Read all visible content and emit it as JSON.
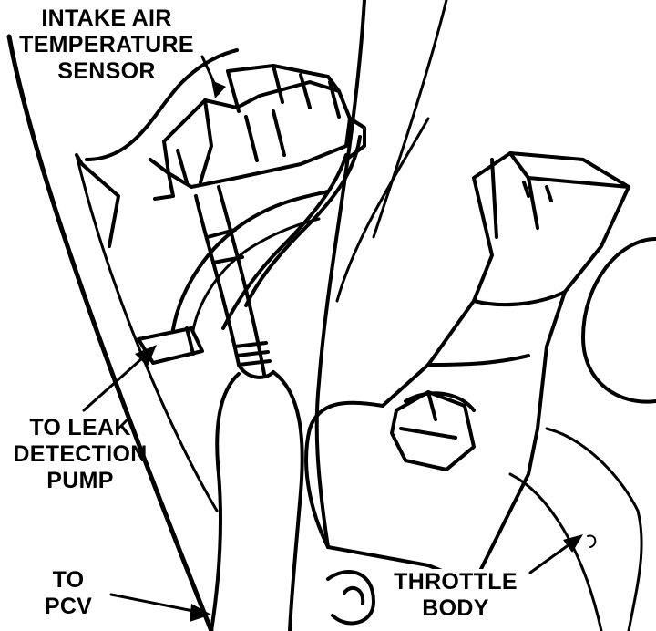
{
  "labels": {
    "iat": [
      "INTAKE AIR",
      "TEMPERATURE",
      "SENSOR"
    ],
    "leak": [
      "TO LEAK",
      "DETECTION",
      "PUMP"
    ],
    "pcv": [
      "TO",
      "PCV"
    ],
    "throttle": [
      "THROTTLE",
      "BODY"
    ]
  },
  "colors": {
    "ink": "#000000",
    "paper": "#ffffff"
  }
}
